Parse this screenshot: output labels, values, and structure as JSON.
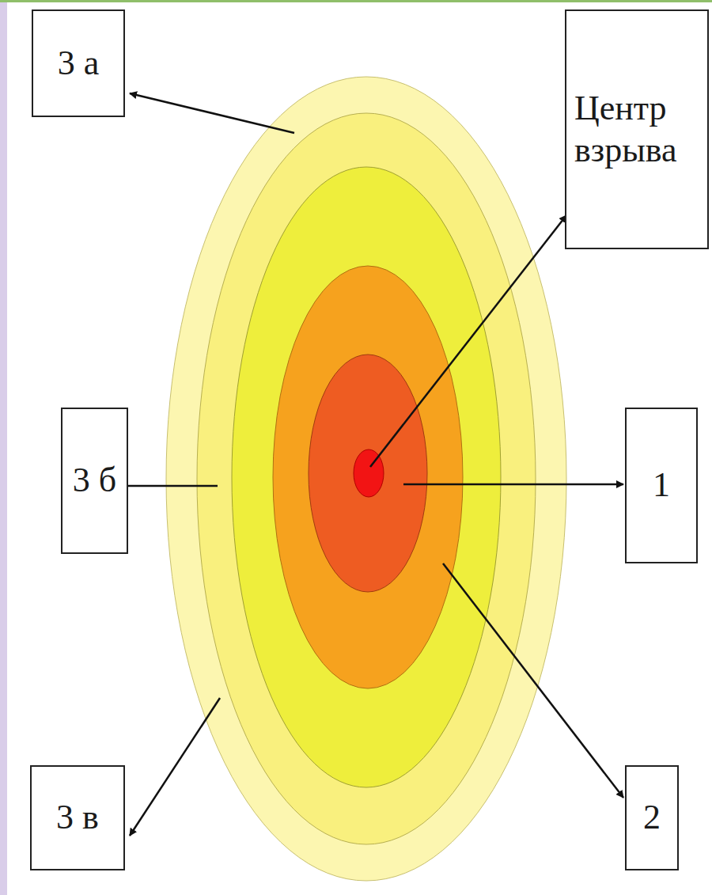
{
  "diagram": {
    "nodes": [
      {
        "text": [
          "3 а"
        ]
      },
      {
        "text": [
          "Центр взрыва"
        ]
      },
      {
        "text": [
          "3 б"
        ]
      },
      {
        "text": [
          "1"
        ]
      },
      {
        "text": [
          "3 в"
        ]
      },
      {
        "text": [
          "2"
        ]
      }
    ]
  }
}
